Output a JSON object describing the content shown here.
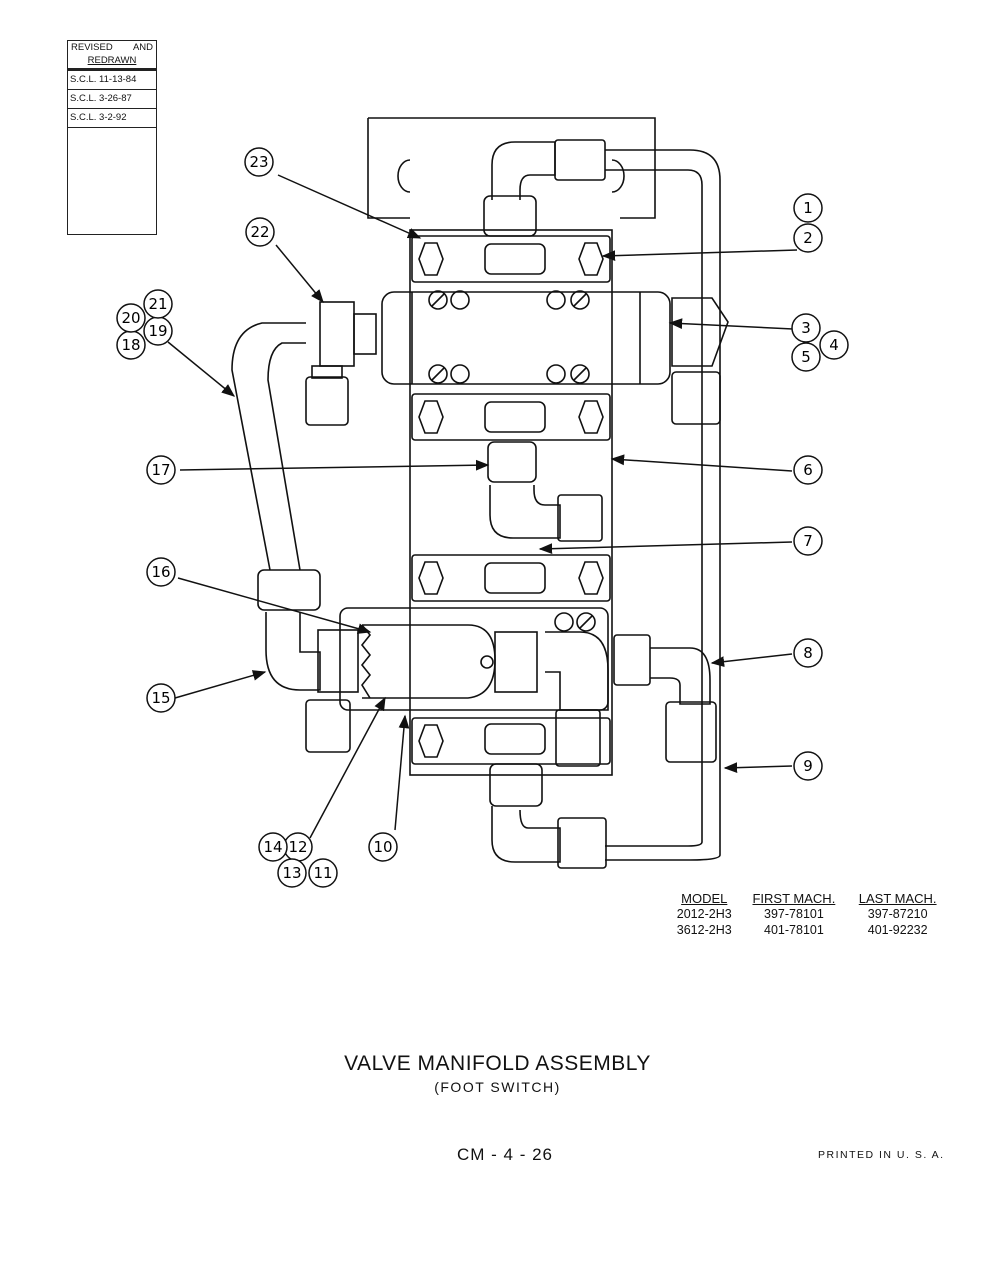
{
  "revision_block": {
    "header_left": "REVISED",
    "header_right": "AND",
    "header_line2": "REDRAWN",
    "rows": [
      "S.C.L. 11-13-84",
      "S.C.L. 3-26-87",
      "S.C.L. 3-2-92"
    ]
  },
  "callouts": [
    "1",
    "2",
    "3",
    "4",
    "5",
    "6",
    "7",
    "8",
    "9",
    "10",
    "11",
    "12",
    "13",
    "14",
    "15",
    "16",
    "17",
    "18",
    "19",
    "20",
    "21",
    "22",
    "23"
  ],
  "model_table": {
    "headers": [
      "MODEL",
      "FIRST MACH.",
      "LAST MACH."
    ],
    "rows": [
      [
        "2012-2H3",
        "397-78101",
        "397-87210"
      ],
      [
        "3612-2H3",
        "401-78101",
        "401-92232"
      ]
    ]
  },
  "title": "VALVE MANIFOLD ASSEMBLY",
  "subtitle": "(FOOT SWITCH)",
  "page_number": "CM - 4 - 26",
  "printed_note": "PRINTED IN U. S. A."
}
